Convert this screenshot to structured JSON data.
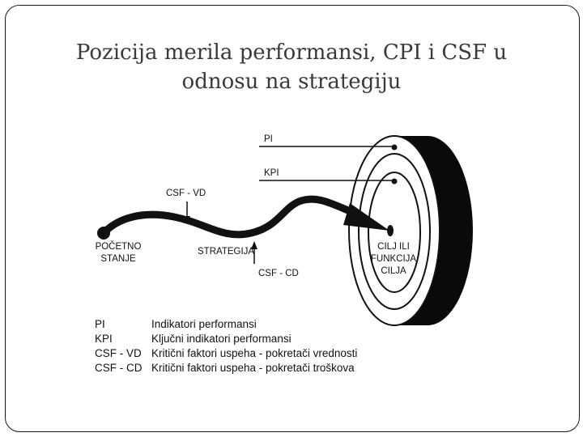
{
  "slide": {
    "title_line1": "Pozicija merila performansi, CPI i CSF u",
    "title_line2": "odnosu na strategiju"
  },
  "diagram": {
    "labels": {
      "pi": "PI",
      "kpi": "KPI",
      "csf_vd": "CSF - VD",
      "csf_cd": "CSF - CD",
      "strategija": "STRATEGIJA",
      "start_line1": "POČETNO",
      "start_line2": "STANJE",
      "goal_line1": "CILJ ILI",
      "goal_line2": "FUNKCIJA",
      "goal_line3": "CILJA"
    }
  },
  "legend": [
    {
      "abbr": "PI",
      "desc": "Indikatori performansi"
    },
    {
      "abbr": "KPI",
      "desc": "Ključni indikatori performansi"
    },
    {
      "abbr": "CSF - VD",
      "desc": "Kritični faktori uspeha - pokretači vrednosti"
    },
    {
      "abbr": "CSF - CD",
      "desc": "Kritični faktori uspeha - pokretači troškova"
    }
  ]
}
